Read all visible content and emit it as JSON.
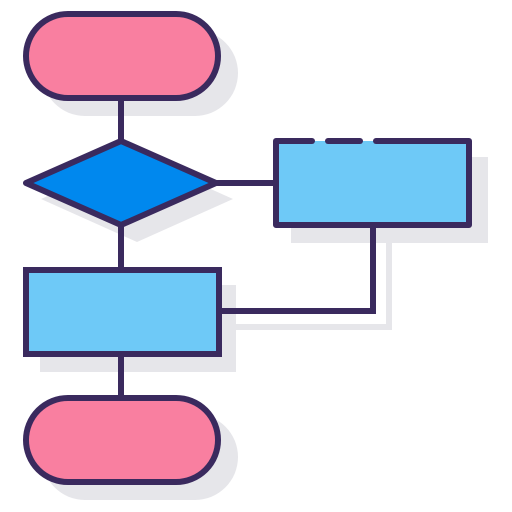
{
  "diagram": {
    "kind": "flowchart-icon",
    "nodes": [
      {
        "id": "start",
        "shape": "terminator",
        "fill_color": "#f97fa0"
      },
      {
        "id": "decision",
        "shape": "diamond",
        "fill_color": "#0088ee"
      },
      {
        "id": "side-process",
        "shape": "process",
        "fill_color": "#6ec9f7",
        "style": "dashed-top-edge"
      },
      {
        "id": "main-process",
        "shape": "process",
        "fill_color": "#6ec9f7"
      },
      {
        "id": "end",
        "shape": "terminator",
        "fill_color": "#f97fa0"
      }
    ],
    "edges": [
      {
        "from": "start",
        "to": "decision"
      },
      {
        "from": "decision",
        "to": "side-process"
      },
      {
        "from": "decision",
        "to": "main-process"
      },
      {
        "from": "side-process",
        "to": "main-process"
      },
      {
        "from": "main-process",
        "to": "end"
      }
    ],
    "colors": {
      "outline": "#3a2a5e",
      "shadow": "#e6e6ea",
      "terminator": "#f97fa0",
      "decision": "#0088ee",
      "process": "#6ec9f7",
      "background": "#ffffff"
    }
  }
}
